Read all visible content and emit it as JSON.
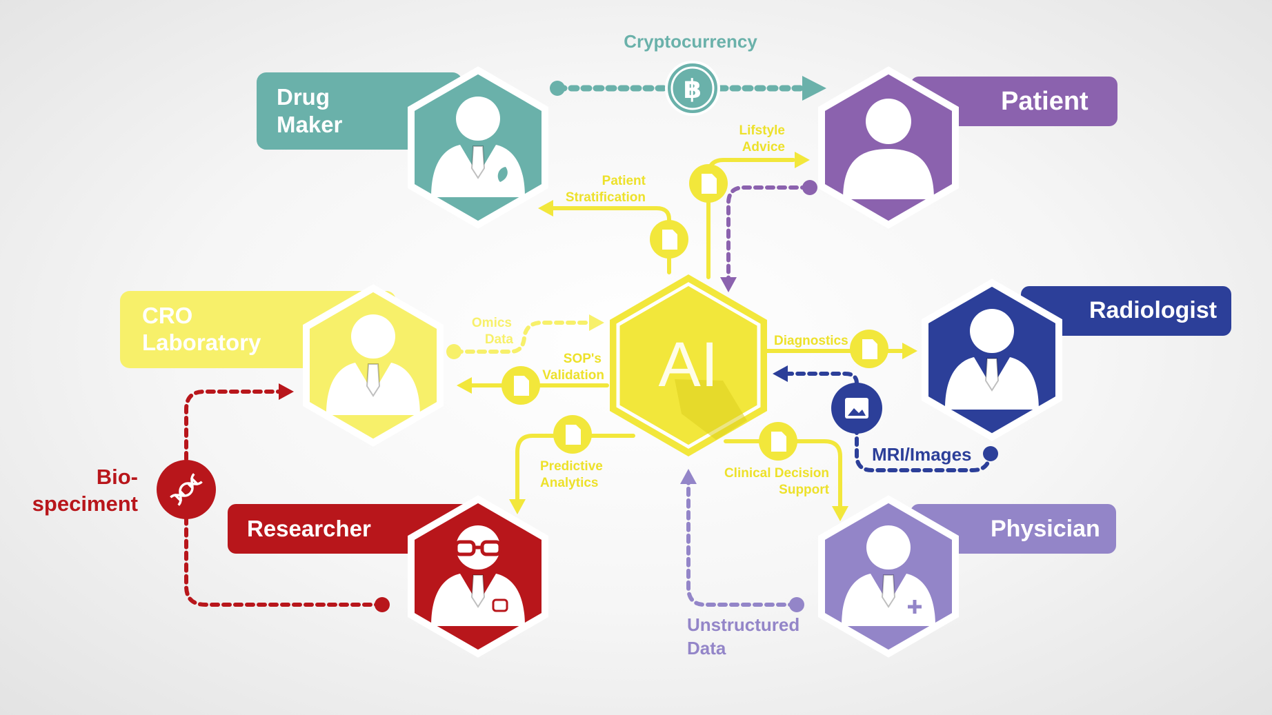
{
  "colors": {
    "teal": "#6ab1aa",
    "purple": "#8b62ae",
    "yellow": "#f2e73b",
    "yellow_light": "#f7f06a",
    "yellow_text": "#ede12a",
    "blue": "#2c3f99",
    "red": "#b8161b",
    "lavender": "#9385c8",
    "ai_text": "#fffde8"
  },
  "center": {
    "label": "AI"
  },
  "roles": {
    "drug_maker": {
      "line1": "Drug",
      "line2": "Maker",
      "icon": "doctor-with-leaf-icon"
    },
    "patient": {
      "label": "Patient",
      "icon": "person-icon"
    },
    "cro": {
      "line1": "CRO",
      "line2": "Laboratory",
      "icon": "doctor-icon"
    },
    "radiologist": {
      "label": "Radiologist",
      "icon": "doctor-icon"
    },
    "researcher": {
      "label": "Researcher",
      "icon": "researcher-with-glasses-icon"
    },
    "physician": {
      "label": "Physician",
      "icon": "doctor-with-cross-icon"
    }
  },
  "flows": {
    "cryptocurrency": "Cryptocurrency",
    "lifestyle_advice": [
      "Lifstyle",
      "Advice"
    ],
    "patient_stratification": [
      "Patient",
      "Stratification"
    ],
    "omics_data": [
      "Omics",
      "Data"
    ],
    "sops_validation": [
      "SOP's",
      "Validation"
    ],
    "diagnostics": "Diagnostics",
    "mri_images": "MRI/Images",
    "predictive_analytics": [
      "Predictive",
      "Analytics"
    ],
    "clinical_decision_support": [
      "Clinical Decision",
      "Support"
    ],
    "unstructured_data": [
      "Unstructured",
      "Data"
    ],
    "biospeciment": [
      "Bio-",
      "speciment"
    ]
  },
  "icons": {
    "bitcoin": "bitcoin-icon",
    "document": "document-icon",
    "image": "image-icon",
    "dna": "dna-icon"
  }
}
